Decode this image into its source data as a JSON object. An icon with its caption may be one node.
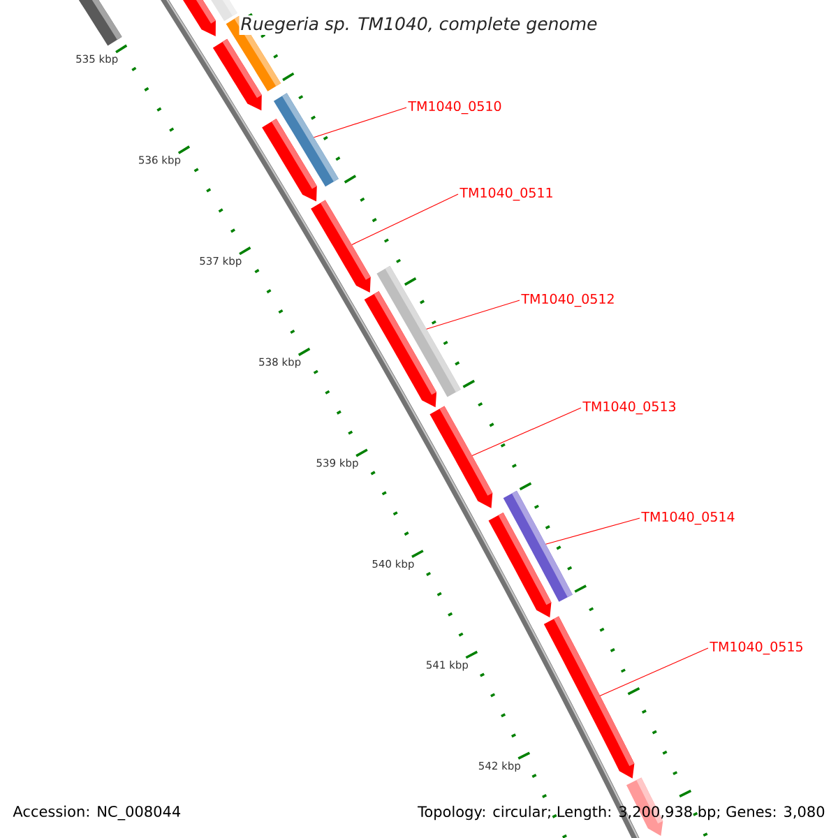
{
  "diagram": {
    "title": "Ruegeria sp. TM1040, complete genome",
    "nodes": [
      {
        "text": [
          "TM1040_0510"
        ]
      },
      {
        "text": [
          "TM1040_0511"
        ]
      },
      {
        "text": [
          "TM1040_0512"
        ]
      },
      {
        "text": [
          "TM1040_0513"
        ]
      },
      {
        "text": [
          "TM1040_0514"
        ]
      },
      {
        "text": [
          "TM1040_0515"
        ]
      },
      {
        "text": [],
        "shape": "bar"
      },
      {
        "text": [],
        "shape": "pentagon"
      },
      {
        "text": [],
        "shape": "bar"
      },
      {
        "text": [],
        "shape": "bar"
      },
      {
        "text": [],
        "shape": "pentagon"
      },
      {
        "text": [],
        "shape": "bar"
      },
      {
        "text": [],
        "shape": "pentagon"
      },
      {
        "text": [],
        "shape": "pentagon"
      },
      {
        "text": [],
        "shape": "bar"
      },
      {
        "text": [],
        "shape": "pentagon"
      },
      {
        "text": [],
        "shape": "pentagon"
      },
      {
        "text": [],
        "shape": "bar"
      },
      {
        "text": [],
        "shape": "pentagon"
      },
      {
        "text": [],
        "shape": "pentagon"
      },
      {
        "text": [],
        "shape": "pentagon"
      }
    ],
    "edges": [
      {
        "from": 0,
        "to": 11,
        "arrow": "none"
      },
      {
        "from": 1,
        "to": 13,
        "arrow": "none"
      },
      {
        "from": 2,
        "to": 14,
        "arrow": "none"
      },
      {
        "from": 3,
        "to": 16,
        "arrow": "none"
      },
      {
        "from": 4,
        "to": 17,
        "arrow": "none"
      },
      {
        "from": 5,
        "to": 19,
        "arrow": "none"
      }
    ],
    "labels": [
      "535 kbp",
      "536 kbp",
      "537 kbp",
      "538 kbp",
      "539 kbp",
      "540 kbp",
      "541 kbp",
      "542 kbp",
      "Accession: NC_008044",
      "Topology: circular; Length: 3,200,938 bp; Genes: 3,080"
    ]
  }
}
